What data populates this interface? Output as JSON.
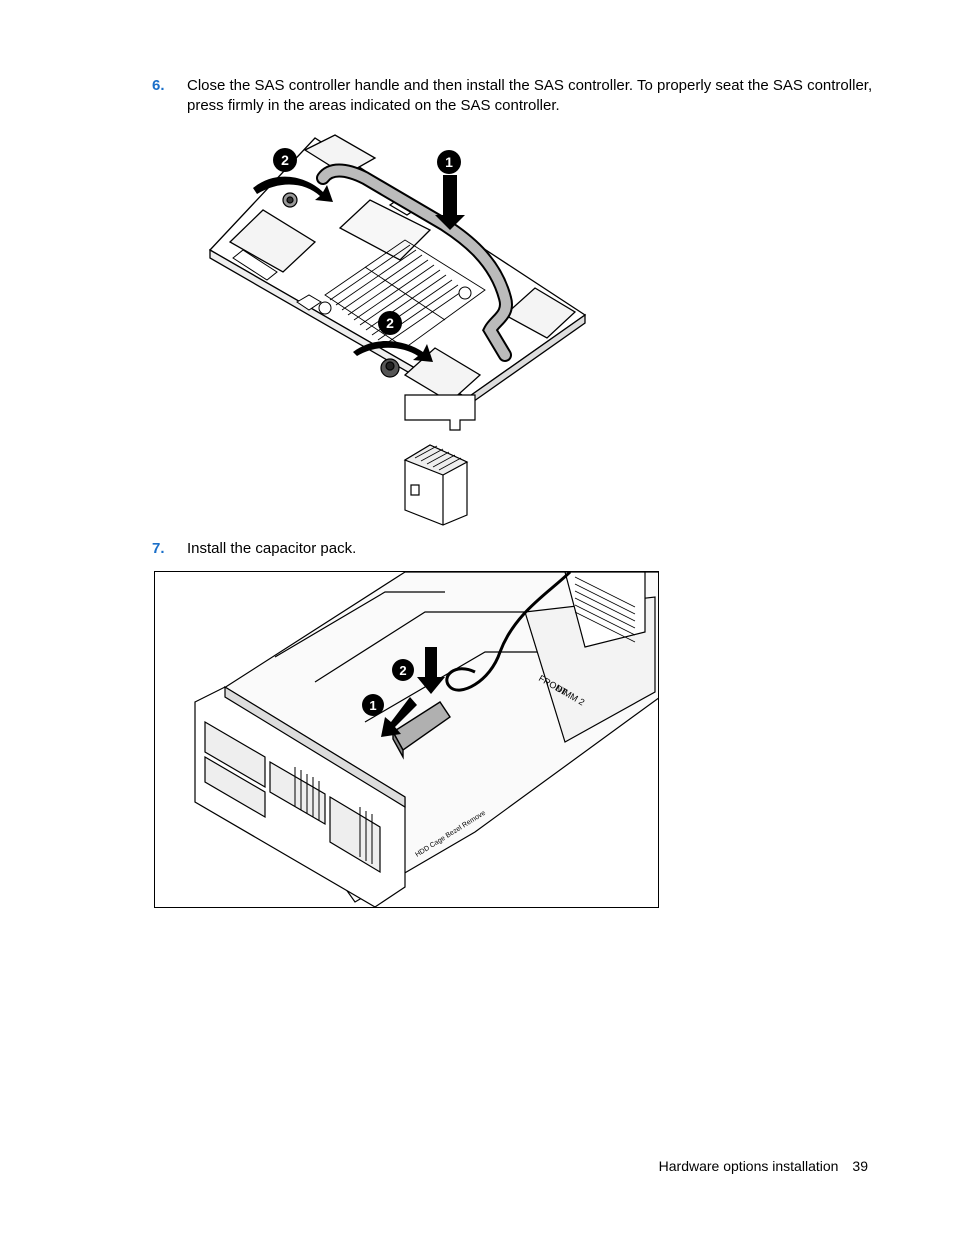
{
  "steps": [
    {
      "number": "6.",
      "text": "Close the SAS controller handle and then install the SAS controller. To properly seat the SAS controller, press firmly in the areas indicated on the SAS controller."
    },
    {
      "number": "7.",
      "text": "Install the capacitor pack."
    }
  ],
  "figure1": {
    "callouts": [
      "1",
      "2",
      "2"
    ]
  },
  "figure2": {
    "callouts": [
      "1",
      "2"
    ],
    "labels": [
      "FRONT",
      "DIMM 2",
      "HDD Cage Bezel Remove"
    ]
  },
  "footer": {
    "section": "Hardware options installation",
    "page": "39"
  },
  "colors": {
    "step_number": "#1a6fc9",
    "callout_fill": "#000000",
    "capacitor_fill": "#b0b0b0"
  }
}
